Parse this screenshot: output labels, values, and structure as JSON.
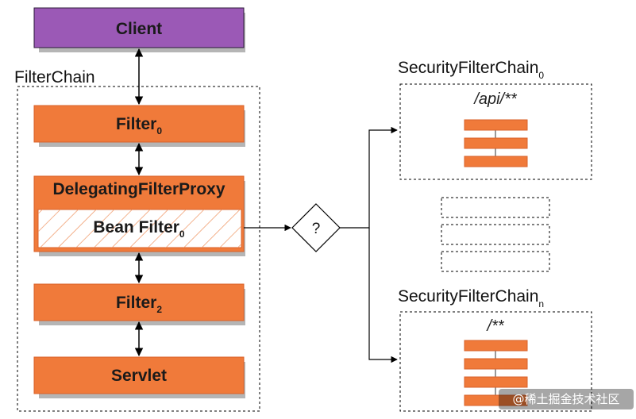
{
  "client": {
    "label": "Client"
  },
  "filter_chain": {
    "title": "FilterChain",
    "filter0": {
      "label": "Filter",
      "subscript": "0"
    },
    "delegating_proxy": {
      "label": "DelegatingFilterProxy"
    },
    "bean_filter": {
      "label": "Bean Filter",
      "subscript": "0"
    },
    "filter2": {
      "label": "Filter",
      "subscript": "2"
    },
    "servlet": {
      "label": "Servlet"
    }
  },
  "decision": {
    "label": "?"
  },
  "security_chain_0": {
    "title": "SecurityFilterChain",
    "subscript": "0",
    "pattern": "/api/**",
    "filter_count": 3
  },
  "security_chain_n": {
    "title": "SecurityFilterChain",
    "subscript": "n",
    "pattern": "/**",
    "filter_count": 4
  },
  "intermediate_chains_count": 3,
  "watermark": {
    "text": "@稀土掘金技术社区"
  },
  "colors": {
    "client_fill": "#9b59b6",
    "client_border": "#2c1a3a",
    "filter_fill": "#f07a3a",
    "filter_border": "#d9622a",
    "shadow": "#b5b5b5",
    "hatch": "#f09a6a",
    "line": "#000000"
  }
}
